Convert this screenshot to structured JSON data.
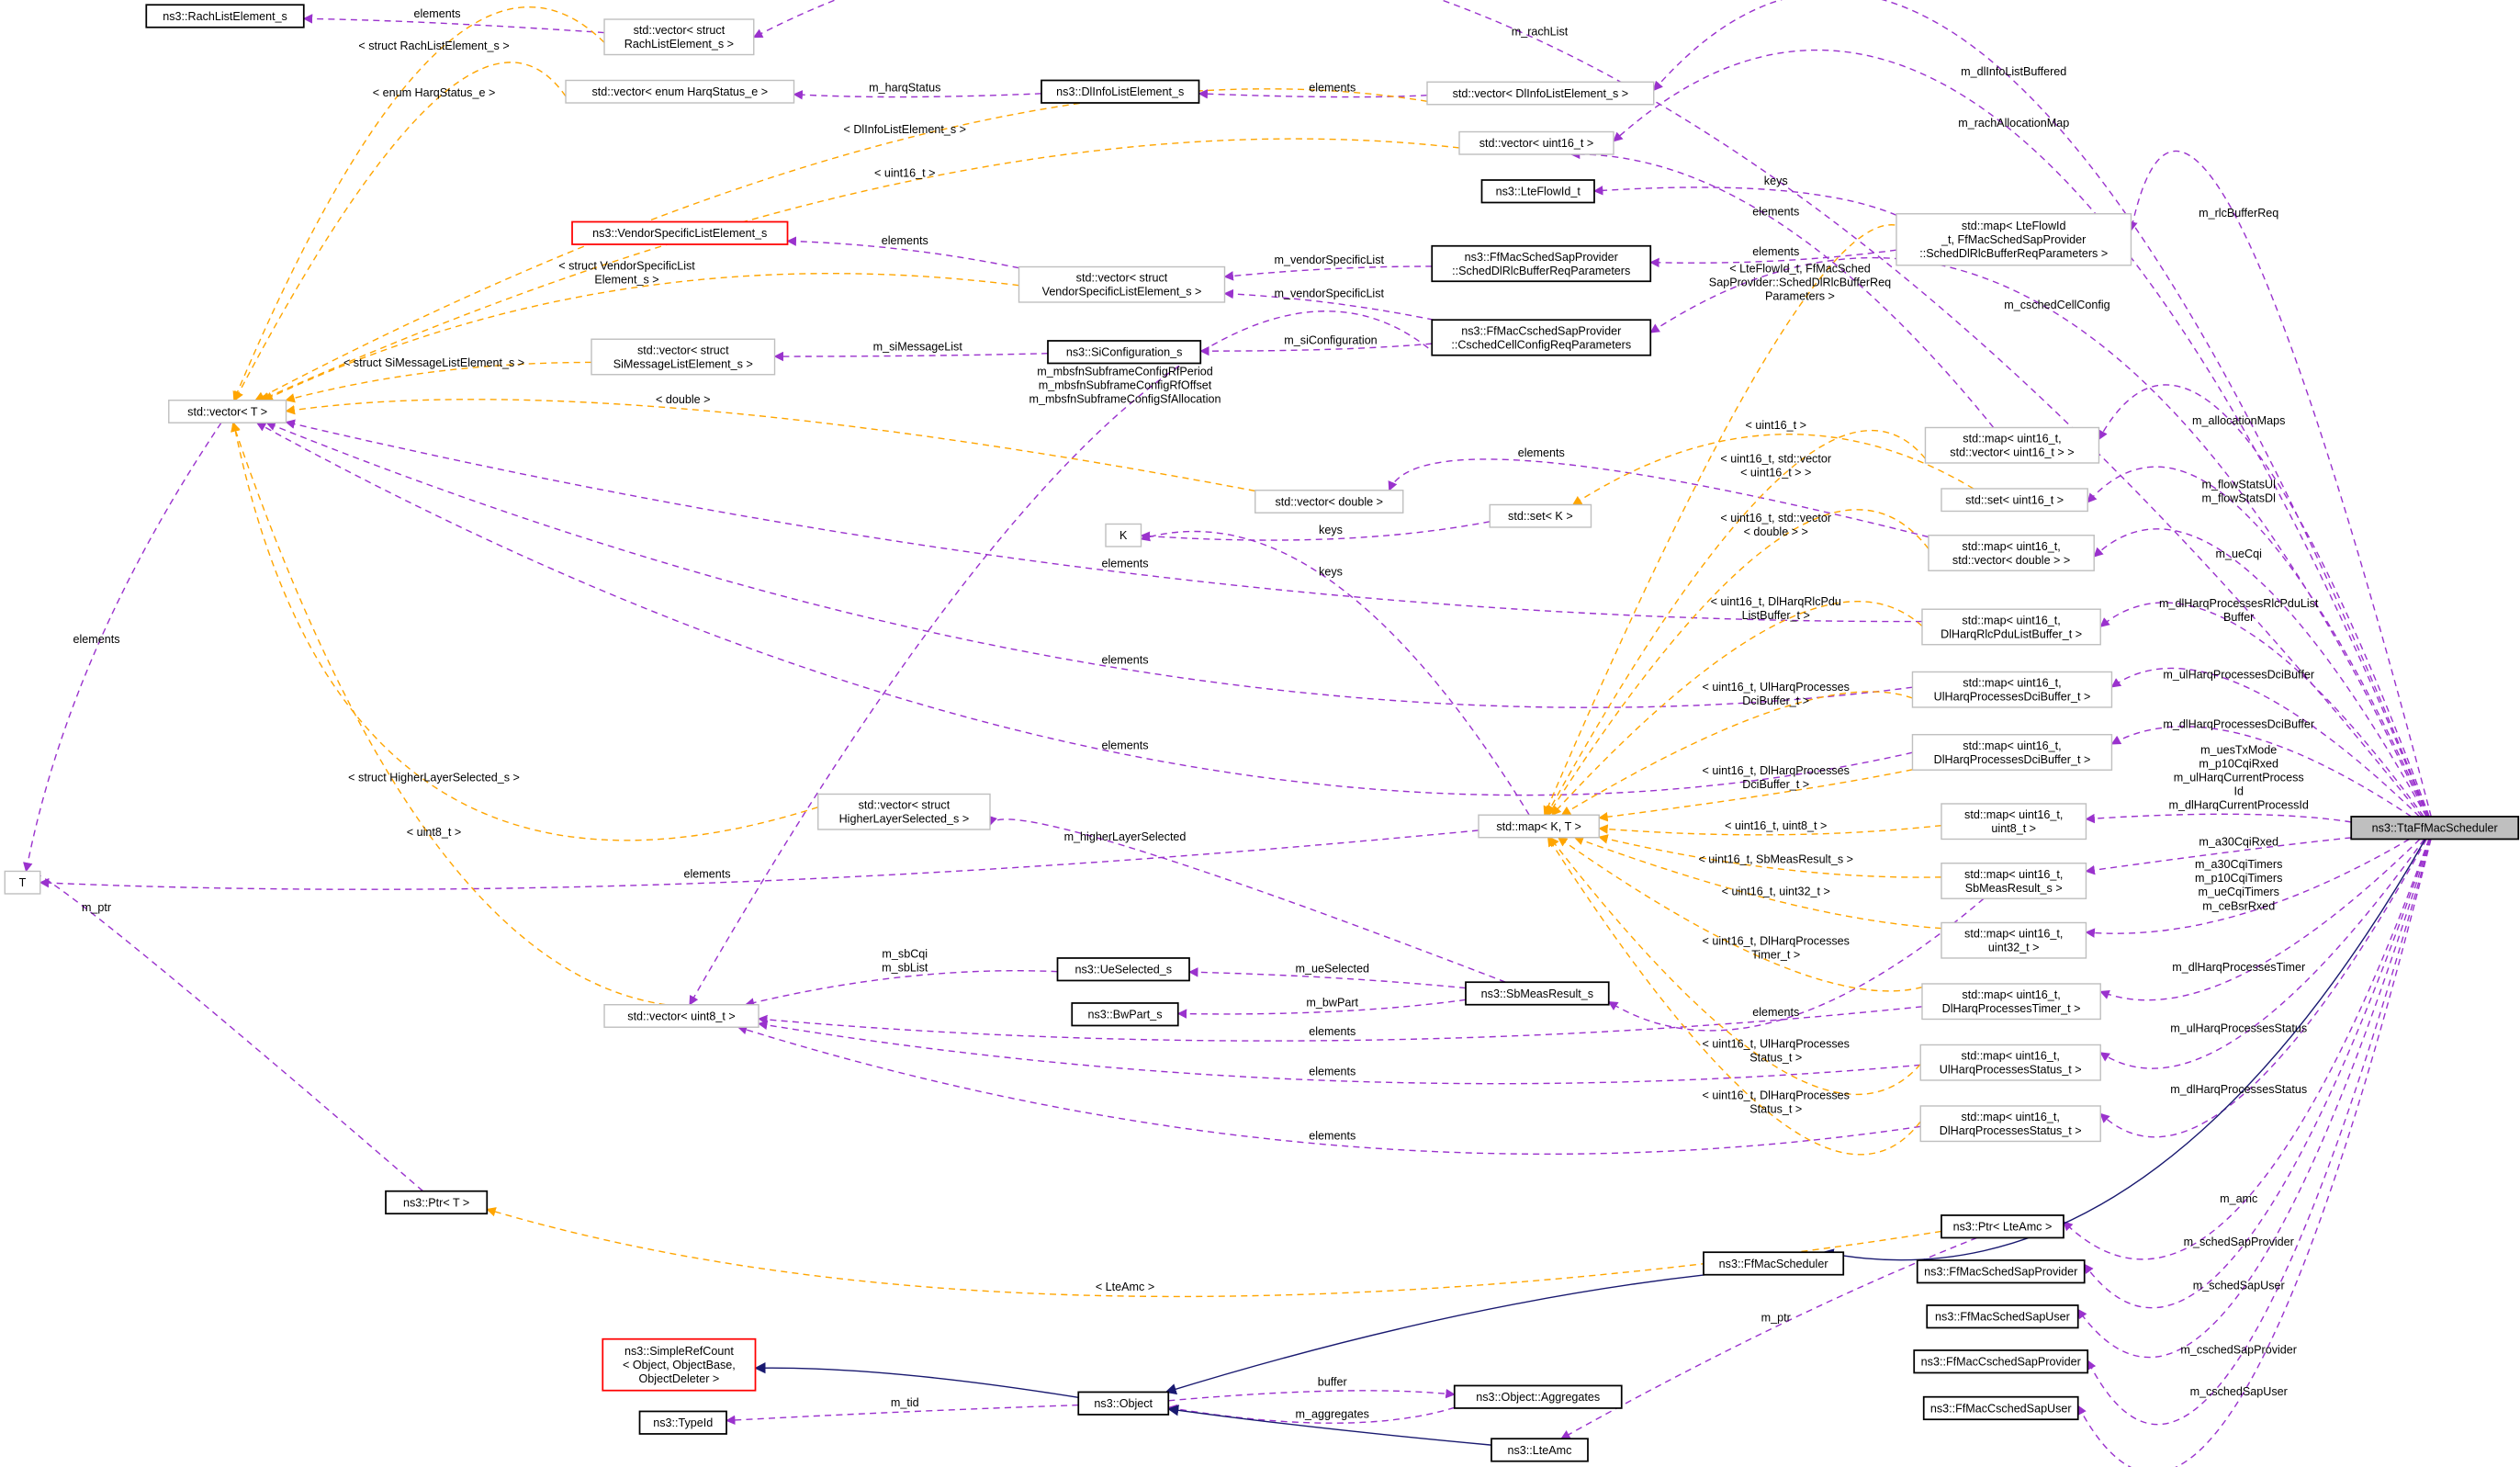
{
  "title": "Collaboration diagram for ns3::TtaFfMacScheduler",
  "colors": {
    "member": "#9a32cd",
    "template": "#ffa500",
    "inherit": "#191970",
    "root_fill": "#bfbfbf",
    "red_border": "#ff0000"
  },
  "nodes": [
    {
      "id": "rachElem",
      "style": "black",
      "lines": [
        "ns3::RachListElement_s"
      ]
    },
    {
      "id": "vecRach",
      "style": "gray",
      "lines": [
        "std::vector< struct",
        "RachListElement_s >"
      ]
    },
    {
      "id": "vecHarq",
      "style": "gray",
      "lines": [
        "std::vector< enum HarqStatus_e >"
      ]
    },
    {
      "id": "dlInfo",
      "style": "black",
      "lines": [
        "ns3::DlInfoListElement_s"
      ]
    },
    {
      "id": "vecDlInfo",
      "style": "gray",
      "lines": [
        "std::vector< DlInfoListElement_s >"
      ]
    },
    {
      "id": "vecU16",
      "style": "gray",
      "lines": [
        "std::vector< uint16_t >"
      ]
    },
    {
      "id": "lteFlow",
      "style": "black",
      "lines": [
        "ns3::LteFlowId_t"
      ]
    },
    {
      "id": "mapFlow",
      "style": "gray",
      "lines": [
        "std::map< LteFlowId",
        "_t, FfMacSchedSapProvider",
        "::SchedDlRlcBufferReqParameters >"
      ]
    },
    {
      "id": "vendorElem",
      "style": "red",
      "lines": [
        "ns3::VendorSpecificListElement_s"
      ]
    },
    {
      "id": "vecVendor",
      "style": "gray",
      "lines": [
        "std::vector< struct",
        "VendorSpecificListElement_s >"
      ]
    },
    {
      "id": "dlRlcParams",
      "style": "black",
      "lines": [
        "ns3::FfMacSchedSapProvider",
        "::SchedDlRlcBufferReqParameters"
      ]
    },
    {
      "id": "cschedParams",
      "style": "black",
      "lines": [
        "ns3::FfMacCschedSapProvider",
        "::CschedCellConfigReqParameters"
      ]
    },
    {
      "id": "vecSiMsg",
      "style": "gray",
      "lines": [
        "std::vector< struct",
        "SiMessageListElement_s >"
      ]
    },
    {
      "id": "siConf",
      "style": "black",
      "lines": [
        "ns3::SiConfiguration_s"
      ]
    },
    {
      "id": "vecT",
      "style": "gray",
      "lines": [
        "std::vector< T >"
      ]
    },
    {
      "id": "vecDouble",
      "style": "gray",
      "lines": [
        "std::vector< double >"
      ]
    },
    {
      "id": "K",
      "style": "gray",
      "lines": [
        "K"
      ]
    },
    {
      "id": "setK",
      "style": "gray",
      "lines": [
        "std::set< K >"
      ]
    },
    {
      "id": "mapU16VecU16",
      "style": "gray",
      "lines": [
        "std::map< uint16_t,",
        "std::vector< uint16_t > >"
      ]
    },
    {
      "id": "setU16",
      "style": "gray",
      "lines": [
        "std::set< uint16_t >"
      ]
    },
    {
      "id": "mapU16VecDbl",
      "style": "gray",
      "lines": [
        "std::map< uint16_t,",
        "std::vector< double > >"
      ]
    },
    {
      "id": "mapRlcPdu",
      "style": "gray",
      "lines": [
        "std::map< uint16_t,",
        "DlHarqRlcPduListBuffer_t >"
      ]
    },
    {
      "id": "mapUlDci",
      "style": "gray",
      "lines": [
        "std::map< uint16_t,",
        "UlHarqProcessesDciBuffer_t >"
      ]
    },
    {
      "id": "mapDlDci",
      "style": "gray",
      "lines": [
        "std::map< uint16_t,",
        "DlHarqProcessesDciBuffer_t >"
      ]
    },
    {
      "id": "mapKT",
      "style": "gray",
      "lines": [
        "std::map< K, T >"
      ]
    },
    {
      "id": "mapU8",
      "style": "gray",
      "lines": [
        "std::map< uint16_t,",
        "uint8_t >"
      ]
    },
    {
      "id": "mapSb",
      "style": "gray",
      "lines": [
        "std::map< uint16_t,",
        "SbMeasResult_s >"
      ]
    },
    {
      "id": "mapU32",
      "style": "gray",
      "lines": [
        "std::map< uint16_t,",
        "uint32_t >"
      ]
    },
    {
      "id": "mapTimer",
      "style": "gray",
      "lines": [
        "std::map< uint16_t,",
        "DlHarqProcessesTimer_t >"
      ]
    },
    {
      "id": "mapUlStatus",
      "style": "gray",
      "lines": [
        "std::map< uint16_t,",
        "UlHarqProcessesStatus_t >"
      ]
    },
    {
      "id": "mapDlStatus",
      "style": "gray",
      "lines": [
        "std::map< uint16_t,",
        "DlHarqProcessesStatus_t >"
      ]
    },
    {
      "id": "T",
      "style": "gray",
      "lines": [
        "T"
      ]
    },
    {
      "id": "vecHLS",
      "style": "gray",
      "lines": [
        "std::vector< struct",
        "HigherLayerSelected_s >"
      ]
    },
    {
      "id": "ueSel",
      "style": "black",
      "lines": [
        "ns3::UeSelected_s"
      ]
    },
    {
      "id": "bwPart",
      "style": "black",
      "lines": [
        "ns3::BwPart_s"
      ]
    },
    {
      "id": "sbMeas",
      "style": "black",
      "lines": [
        "ns3::SbMeasResult_s"
      ]
    },
    {
      "id": "vecU8",
      "style": "gray",
      "lines": [
        "std::vector< uint8_t >"
      ]
    },
    {
      "id": "ptrT",
      "style": "black",
      "lines": [
        "ns3::Ptr< T >"
      ]
    },
    {
      "id": "ffMacSched",
      "style": "black",
      "lines": [
        "ns3::FfMacScheduler"
      ]
    },
    {
      "id": "ptrAmc",
      "style": "black",
      "lines": [
        "ns3::Ptr< LteAmc >"
      ]
    },
    {
      "id": "schedProv",
      "style": "black",
      "lines": [
        "ns3::FfMacSchedSapProvider"
      ]
    },
    {
      "id": "schedUser",
      "style": "black",
      "lines": [
        "ns3::FfMacSchedSapUser"
      ]
    },
    {
      "id": "cschedProv",
      "style": "black",
      "lines": [
        "ns3::FfMacCschedSapProvider"
      ]
    },
    {
      "id": "cschedUser",
      "style": "black",
      "lines": [
        "ns3::FfMacCschedSapUser"
      ]
    },
    {
      "id": "simpleRef",
      "style": "red",
      "lines": [
        "ns3::SimpleRefCount",
        "< Object, ObjectBase,",
        "ObjectDeleter >"
      ]
    },
    {
      "id": "typeId",
      "style": "black",
      "lines": [
        "ns3::TypeId"
      ]
    },
    {
      "id": "object",
      "style": "black",
      "lines": [
        "ns3::Object"
      ]
    },
    {
      "id": "aggregates",
      "style": "black",
      "lines": [
        "ns3::Object::Aggregates"
      ]
    },
    {
      "id": "lteAmc",
      "style": "black",
      "lines": [
        "ns3::LteAmc"
      ]
    },
    {
      "id": "root",
      "style": "root",
      "lines": [
        "ns3::TtaFfMacScheduler"
      ]
    }
  ],
  "edges": [
    {
      "from": "vecRach",
      "to": "rachElem",
      "kind": "purple",
      "label": [
        "elements"
      ]
    },
    {
      "from": "root",
      "to": "vecRach",
      "kind": "purple",
      "label": [
        "m_rachList"
      ]
    },
    {
      "from": "vecDlInfo",
      "to": "dlInfo",
      "kind": "purple",
      "label": [
        "elements"
      ]
    },
    {
      "from": "dlInfo",
      "to": "vecHarq",
      "kind": "purple",
      "label": [
        "m_harqStatus"
      ]
    },
    {
      "from": "root",
      "to": "vecDlInfo",
      "kind": "purple",
      "label": [
        "m_dlInfoListBuffered"
      ]
    },
    {
      "from": "root",
      "to": "vecU16",
      "kind": "purple",
      "label": [
        "m_rachAllocationMap"
      ]
    },
    {
      "from": "mapFlow",
      "to": "lteFlow",
      "kind": "purple",
      "label": [
        "keys"
      ]
    },
    {
      "from": "mapU16VecU16",
      "to": "vecU16",
      "kind": "purple",
      "label": [
        "elements"
      ]
    },
    {
      "from": "mapFlow",
      "to": "dlRlcParams",
      "kind": "purple",
      "label": [
        "elements"
      ]
    },
    {
      "from": "root",
      "to": "mapFlow",
      "kind": "purple",
      "label": [
        "m_rlcBufferReq"
      ]
    },
    {
      "from": "vecVendor",
      "to": "vendorElem",
      "kind": "purple",
      "label": [
        "elements"
      ]
    },
    {
      "from": "dlRlcParams",
      "to": "vecVendor",
      "kind": "purple",
      "label": [
        "m_vendorSpecificList"
      ]
    },
    {
      "from": "cschedParams",
      "to": "vecVendor",
      "kind": "purple",
      "label": [
        "m_vendorSpecificList"
      ]
    },
    {
      "from": "cschedParams",
      "to": "siConf",
      "kind": "purple",
      "label": [
        "m_siConfiguration"
      ]
    },
    {
      "from": "siConf",
      "to": "vecSiMsg",
      "kind": "purple",
      "label": [
        "m_siMessageList"
      ]
    },
    {
      "from": "root",
      "to": "cschedParams",
      "kind": "purple",
      "label": [
        "m_cschedCellConfig"
      ]
    },
    {
      "from": "cschedParams",
      "to": "vecU8",
      "kind": "purple",
      "label": [
        "m_mbsfnSubframeConfigRfPeriod",
        "m_mbsfnSubframeConfigRfOffset",
        "m_mbsfnSubframeConfigSfAllocation"
      ]
    },
    {
      "from": "root",
      "to": "mapU16VecU16",
      "kind": "purple",
      "label": [
        "m_allocationMaps"
      ]
    },
    {
      "from": "mapU16VecDbl",
      "to": "vecDouble",
      "kind": "purple",
      "label": [
        "elements"
      ]
    },
    {
      "from": "setK",
      "to": "K",
      "kind": "purple",
      "label": [
        "keys"
      ]
    },
    {
      "from": "mapKT",
      "to": "K",
      "kind": "purple",
      "label": [
        "keys"
      ]
    },
    {
      "from": "mapRlcPdu",
      "to": "vecT",
      "kind": "purple",
      "label": [
        "elements"
      ]
    },
    {
      "from": "mapUlDci",
      "to": "vecT",
      "kind": "purple",
      "label": [
        "elements"
      ]
    },
    {
      "from": "mapDlDci",
      "to": "vecT",
      "kind": "purple",
      "label": [
        "elements"
      ]
    },
    {
      "from": "mapKT",
      "to": "T",
      "kind": "purple",
      "label": [
        "elements"
      ]
    },
    {
      "from": "vecT",
      "to": "T",
      "kind": "purple",
      "label": [
        "elements"
      ]
    },
    {
      "from": "root",
      "to": "setU16",
      "kind": "purple",
      "label": [
        "m_flowStatsUl",
        "m_flowStatsDl"
      ]
    },
    {
      "from": "root",
      "to": "mapU16VecDbl",
      "kind": "purple",
      "label": [
        "m_ueCqi"
      ]
    },
    {
      "from": "root",
      "to": "mapRlcPdu",
      "kind": "purple",
      "label": [
        "m_dlHarqProcessesRlcPduList",
        "Buffer"
      ]
    },
    {
      "from": "root",
      "to": "mapUlDci",
      "kind": "purple",
      "label": [
        "m_ulHarqProcessesDciBuffer"
      ]
    },
    {
      "from": "root",
      "to": "mapDlDci",
      "kind": "purple",
      "label": [
        "m_dlHarqProcessesDciBuffer"
      ]
    },
    {
      "from": "root",
      "to": "mapU8",
      "kind": "purple",
      "label": [
        "m_uesTxMode",
        "m_p10CqiRxed",
        "m_ulHarqCurrentProcess",
        "Id",
        "m_dlHarqCurrentProcessId"
      ]
    },
    {
      "from": "root",
      "to": "mapSb",
      "kind": "purple",
      "label": [
        "m_a30CqiRxed"
      ]
    },
    {
      "from": "root",
      "to": "mapU32",
      "kind": "purple",
      "label": [
        "m_a30CqiTimers",
        "m_p10CqiTimers",
        "m_ueCqiTimers",
        "m_ceBsrRxed"
      ]
    },
    {
      "from": "root",
      "to": "mapTimer",
      "kind": "purple",
      "label": [
        "m_dlHarqProcessesTimer"
      ]
    },
    {
      "from": "root",
      "to": "mapUlStatus",
      "kind": "purple",
      "label": [
        "m_ulHarqProcessesStatus"
      ]
    },
    {
      "from": "root",
      "to": "mapDlStatus",
      "kind": "purple",
      "label": [
        "m_dlHarqProcessesStatus"
      ]
    },
    {
      "from": "root",
      "to": "ptrAmc",
      "kind": "purple",
      "label": [
        "m_amc"
      ]
    },
    {
      "from": "root",
      "to": "schedProv",
      "kind": "purple",
      "label": [
        "m_schedSapProvider"
      ]
    },
    {
      "from": "root",
      "to": "schedUser",
      "kind": "purple",
      "label": [
        "m_schedSapUser"
      ]
    },
    {
      "from": "root",
      "to": "cschedProv",
      "kind": "purple",
      "label": [
        "m_cschedSapProvider"
      ]
    },
    {
      "from": "root",
      "to": "cschedUser",
      "kind": "purple",
      "label": [
        "m_cschedSapUser"
      ]
    },
    {
      "from": "sbMeas",
      "to": "vecHLS",
      "kind": "purple",
      "label": [
        "m_higherLayerSelected"
      ]
    },
    {
      "from": "sbMeas",
      "to": "ueSel",
      "kind": "purple",
      "label": [
        "m_ueSelected"
      ]
    },
    {
      "from": "sbMeas",
      "to": "bwPart",
      "kind": "purple",
      "label": [
        "m_bwPart"
      ]
    },
    {
      "from": "ueSel",
      "to": "vecU8",
      "kind": "purple",
      "label": [
        "m_sbCqi",
        "m_sbList"
      ]
    },
    {
      "from": "mapSb",
      "to": "sbMeas",
      "kind": "purple",
      "label": [
        "elements"
      ]
    },
    {
      "from": "mapTimer",
      "to": "vecU8",
      "kind": "purple",
      "label": [
        "elements"
      ]
    },
    {
      "from": "mapUlStatus",
      "to": "vecU8",
      "kind": "purple",
      "label": [
        "elements"
      ]
    },
    {
      "from": "mapDlStatus",
      "to": "vecU8",
      "kind": "purple",
      "label": [
        "elements"
      ]
    },
    {
      "from": "ptrT",
      "to": "T",
      "kind": "purple",
      "label": [
        "m_ptr"
      ]
    },
    {
      "from": "ptrAmc",
      "to": "lteAmc",
      "kind": "purple",
      "label": [
        "m_ptr"
      ]
    },
    {
      "from": "object",
      "to": "typeId",
      "kind": "purple",
      "label": [
        "m_tid"
      ]
    },
    {
      "from": "object",
      "to": "aggregates",
      "kind": "purple",
      "label": [
        "buffer"
      ]
    },
    {
      "from": "aggregates",
      "to": "object",
      "kind": "purple",
      "label": [
        "m_aggregates"
      ]
    },
    {
      "from": "vecRach",
      "to": "vecT",
      "kind": "orange",
      "label": [
        "< struct RachListElement_s >"
      ]
    },
    {
      "from": "vecHarq",
      "to": "vecT",
      "kind": "orange",
      "label": [
        "< enum HarqStatus_e >"
      ]
    },
    {
      "from": "vecDlInfo",
      "to": "vecT",
      "kind": "orange",
      "label": [
        "< DlInfoListElement_s >"
      ]
    },
    {
      "from": "vecU16",
      "to": "vecT",
      "kind": "orange",
      "label": [
        "< uint16_t >"
      ]
    },
    {
      "from": "vecVendor",
      "to": "vecT",
      "kind": "orange",
      "label": [
        "< struct VendorSpecificList",
        "Element_s >"
      ]
    },
    {
      "from": "vecSiMsg",
      "to": "vecT",
      "kind": "orange",
      "label": [
        "< struct SiMessageListElement_s >"
      ]
    },
    {
      "from": "vecDouble",
      "to": "vecT",
      "kind": "orange",
      "label": [
        "< double >"
      ]
    },
    {
      "from": "vecHLS",
      "to": "vecT",
      "kind": "orange",
      "label": [
        "< struct HigherLayerSelected_s >"
      ]
    },
    {
      "from": "vecU8",
      "to": "vecT",
      "kind": "orange",
      "label": [
        "< uint8_t >"
      ]
    },
    {
      "from": "mapFlow",
      "to": "mapKT",
      "kind": "orange",
      "label": [
        "< LteFlowId_t, FfMacSched",
        "SapProvider::SchedDlRlcBufferReq",
        "Parameters >"
      ]
    },
    {
      "from": "setU16",
      "to": "setK",
      "kind": "orange",
      "label": [
        "< uint16_t >"
      ]
    },
    {
      "from": "mapU16VecU16",
      "to": "mapKT",
      "kind": "orange",
      "label": [
        "< uint16_t, std::vector",
        "< uint16_t > >"
      ]
    },
    {
      "from": "mapU16VecDbl",
      "to": "mapKT",
      "kind": "orange",
      "label": [
        "< uint16_t, std::vector",
        "< double > >"
      ]
    },
    {
      "from": "mapRlcPdu",
      "to": "mapKT",
      "kind": "orange",
      "label": [
        "< uint16_t, DlHarqRlcPdu",
        "ListBuffer_t >"
      ]
    },
    {
      "from": "mapUlDci",
      "to": "mapKT",
      "kind": "orange",
      "label": [
        "< uint16_t, UlHarqProcesses",
        "DciBuffer_t >"
      ]
    },
    {
      "from": "mapDlDci",
      "to": "mapKT",
      "kind": "orange",
      "label": [
        "< uint16_t, DlHarqProcesses",
        "DciBuffer_t >"
      ]
    },
    {
      "from": "mapU8",
      "to": "mapKT",
      "kind": "orange",
      "label": [
        "< uint16_t, uint8_t >"
      ]
    },
    {
      "from": "mapSb",
      "to": "mapKT",
      "kind": "orange",
      "label": [
        "< uint16_t, SbMeasResult_s >"
      ]
    },
    {
      "from": "mapU32",
      "to": "mapKT",
      "kind": "orange",
      "label": [
        "< uint16_t, uint32_t >"
      ]
    },
    {
      "from": "mapTimer",
      "to": "mapKT",
      "kind": "orange",
      "label": [
        "< uint16_t, DlHarqProcesses",
        "Timer_t >"
      ]
    },
    {
      "from": "mapUlStatus",
      "to": "mapKT",
      "kind": "orange",
      "label": [
        "< uint16_t, UlHarqProcesses",
        "Status_t >"
      ]
    },
    {
      "from": "mapDlStatus",
      "to": "mapKT",
      "kind": "orange",
      "label": [
        "< uint16_t, DlHarqProcesses",
        "Status_t >"
      ]
    },
    {
      "from": "ptrAmc",
      "to": "ptrT",
      "kind": "orange",
      "label": [
        "< LteAmc >"
      ]
    },
    {
      "from": "root",
      "to": "ffMacSched",
      "kind": "navy",
      "label": []
    },
    {
      "from": "ffMacSched",
      "to": "object",
      "kind": "navy",
      "label": []
    },
    {
      "from": "object",
      "to": "simpleRef",
      "kind": "navy",
      "label": []
    },
    {
      "from": "lteAmc",
      "to": "object",
      "kind": "navy",
      "label": []
    }
  ]
}
